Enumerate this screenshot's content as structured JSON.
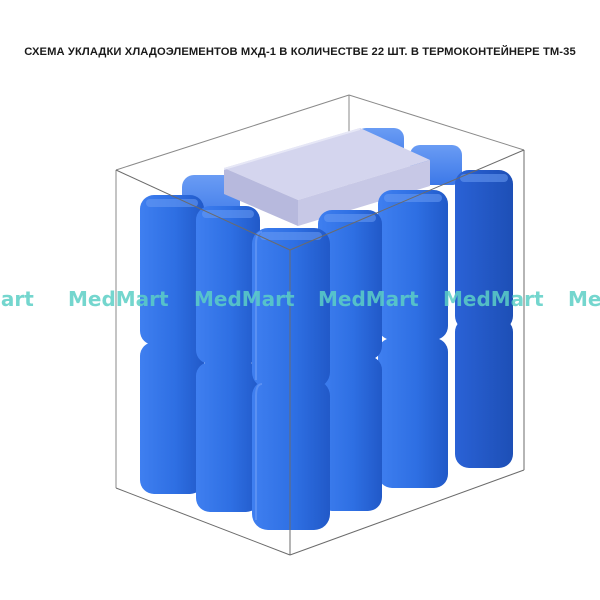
{
  "title": "СХЕМА УКЛАДКИ ХЛАДОЭЛЕМЕНТОВ МХД-1 В КОЛИЧЕСТВЕ 22 ШТ. В ТЕРМОКОНТЕЙНЕРЕ ТМ-35",
  "watermark": "MedMart",
  "watermark_partial_left": "lart",
  "watermark_partial_right": "Me",
  "colors": {
    "ice_pack": "#2e6fe3",
    "ice_pack_highlight": "#5a92f2",
    "ice_pack_shadow": "#1f4fb8",
    "central_block_top": "#d2d3ec",
    "central_block_front": "#aeb0d6",
    "central_block_side": "#9a9cc6",
    "container_edge": "#6b6b6b",
    "watermark": "#5ccfc6"
  }
}
